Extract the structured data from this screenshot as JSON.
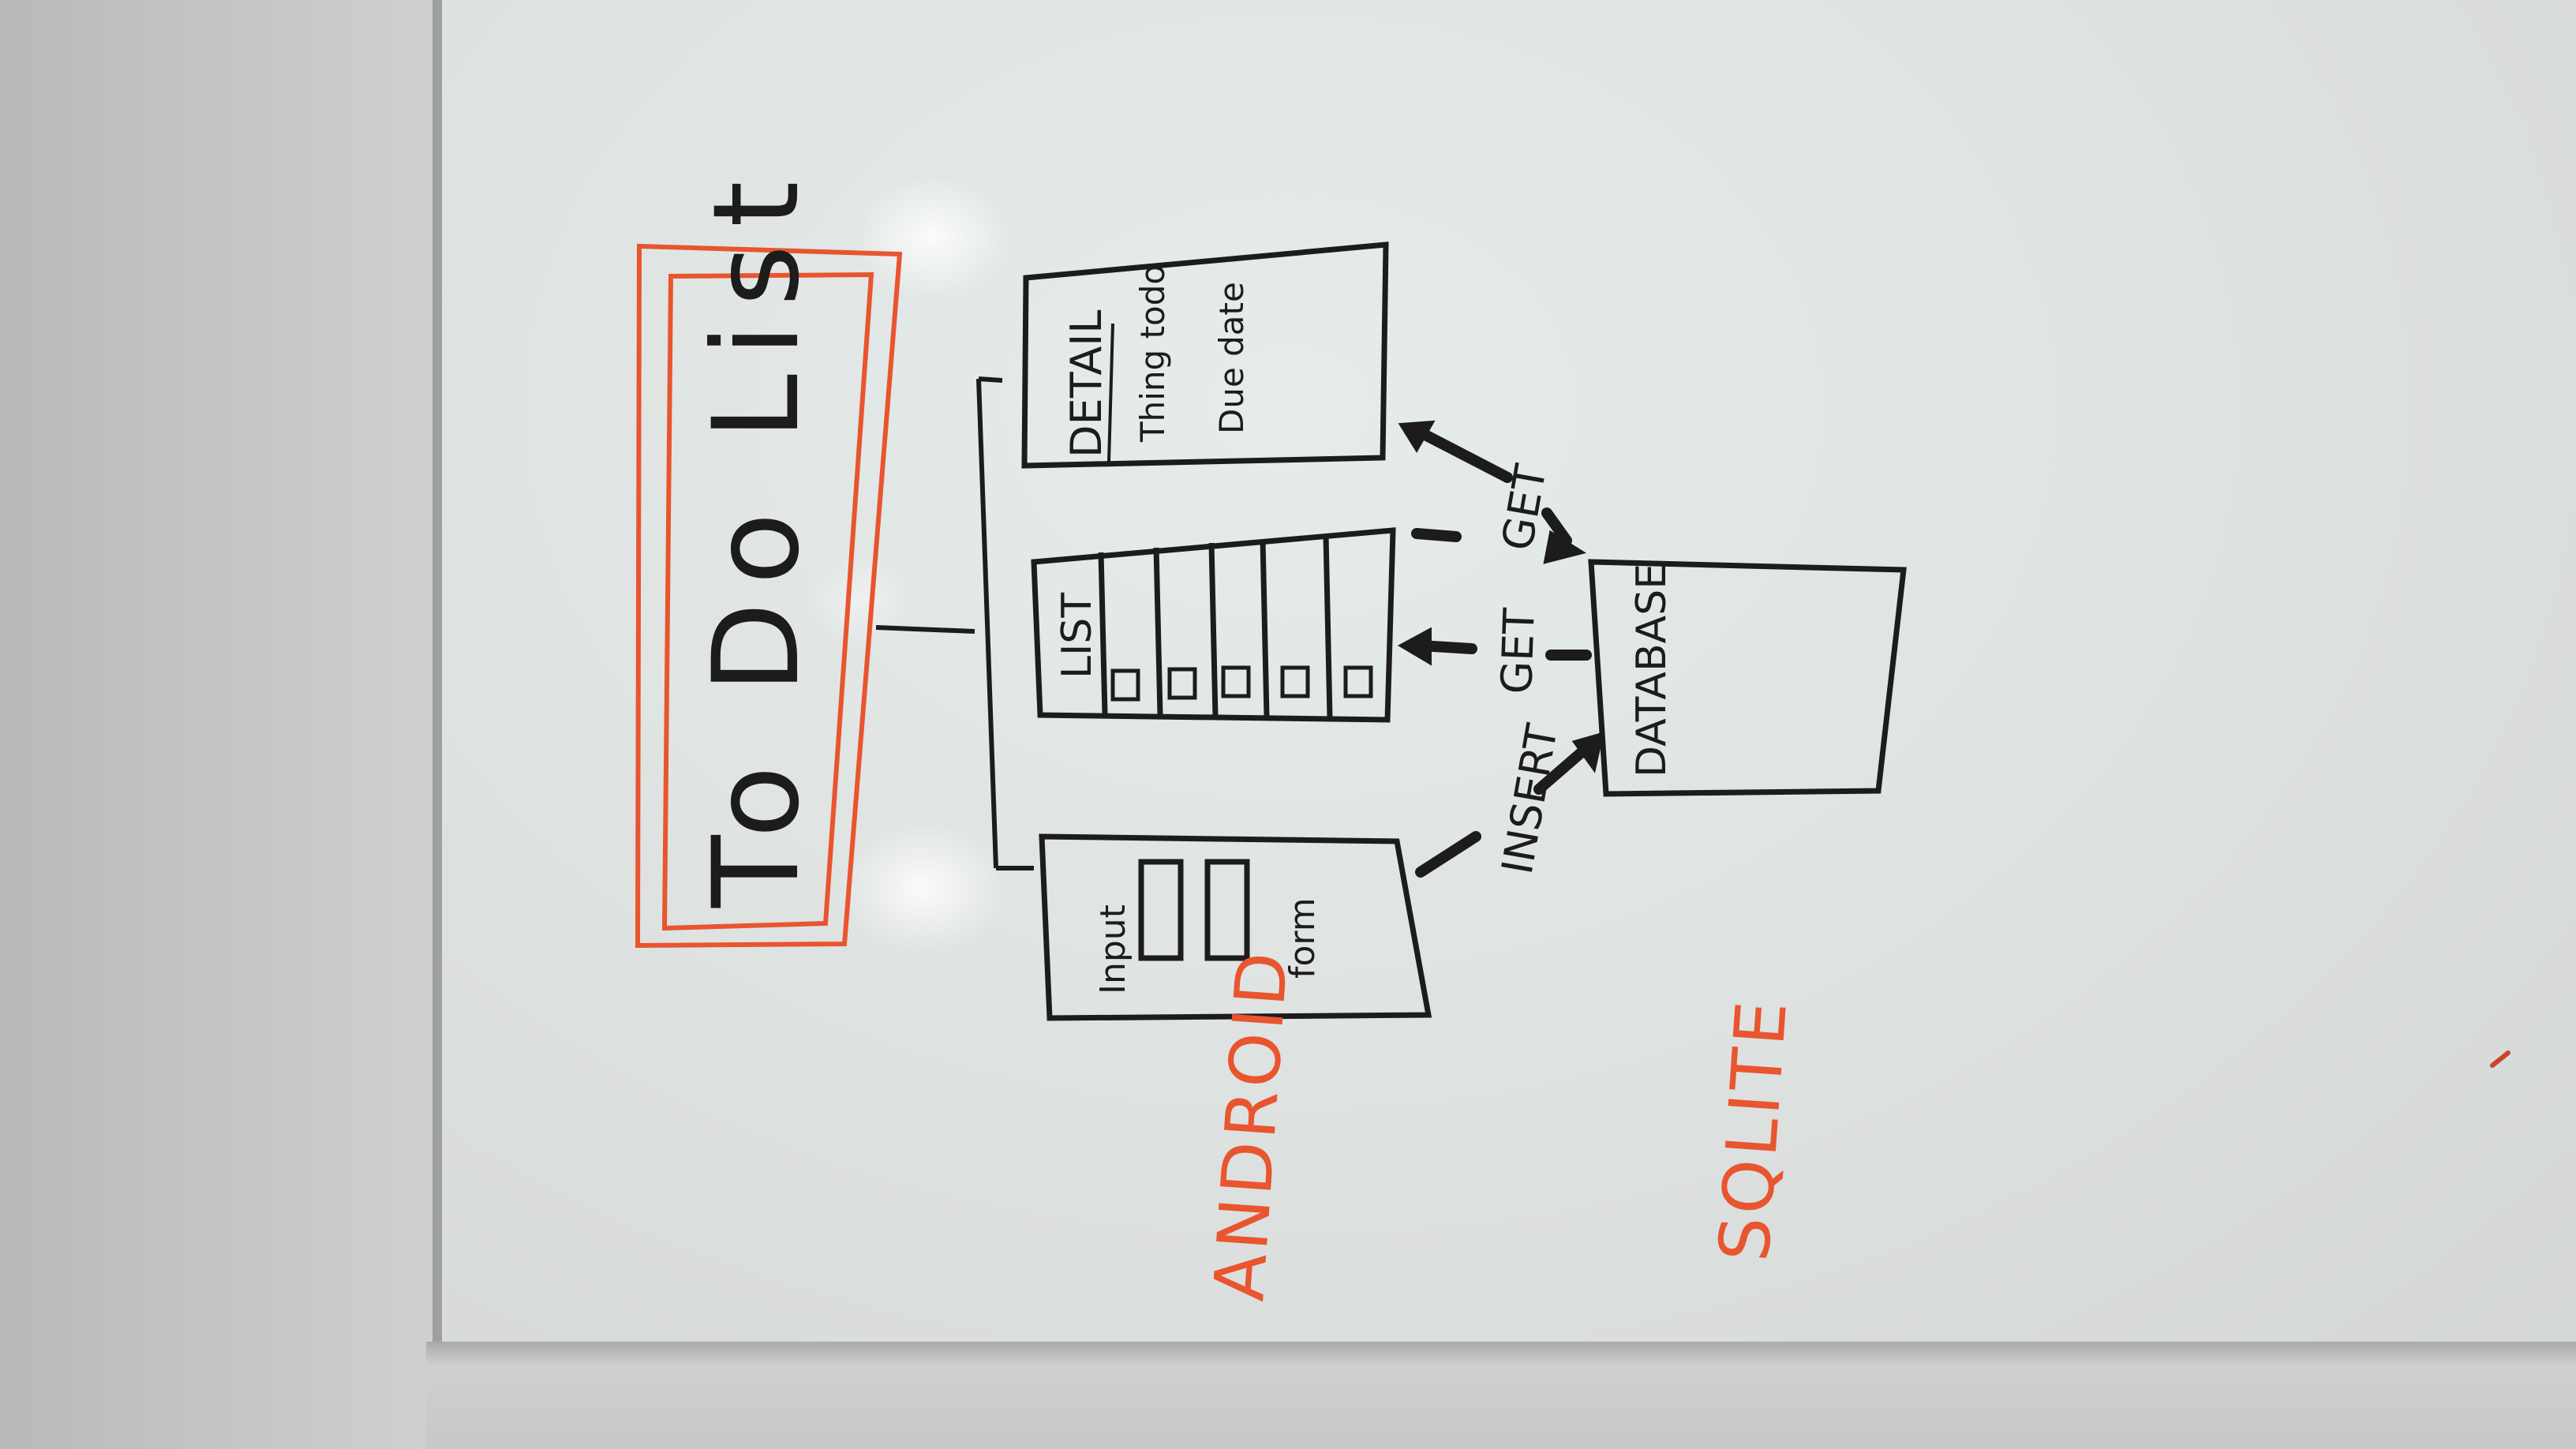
{
  "title": "To Do List",
  "screens": {
    "input": {
      "word1": "Input",
      "word2": "form"
    },
    "list": {
      "label": "LIST"
    },
    "detail": {
      "label": "DETAIL",
      "line1": "Thing todo",
      "line2": "Due date"
    }
  },
  "database": {
    "label": "DATABASE"
  },
  "arrows": {
    "insert": "INSERT",
    "get1": "GET",
    "get2": "GET"
  },
  "platforms": {
    "android": "ANDROID",
    "sqlite": "SQLITE"
  },
  "colors": {
    "red_marker": "#e8552f",
    "black_marker": "#1c1c1c",
    "whiteboard": "#e2e6e5"
  }
}
